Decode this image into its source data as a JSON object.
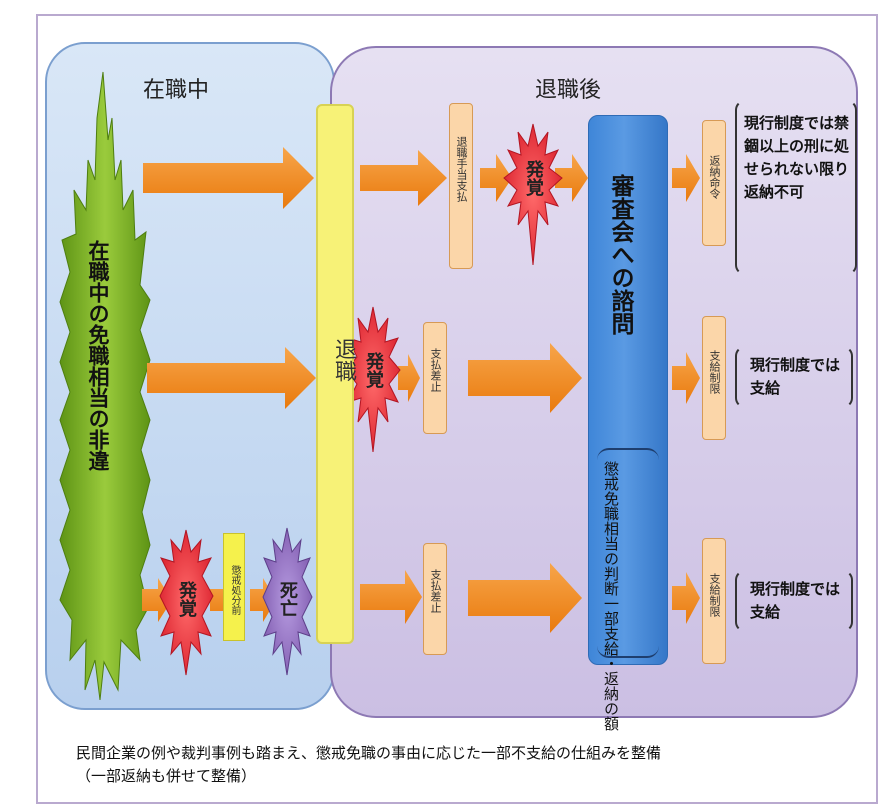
{
  "panels": {
    "left_title": "在職中",
    "right_title": "退職後"
  },
  "green_shape": {
    "label": "在職中の免職相当の非違",
    "color": "#7fb52a"
  },
  "retirement_bar": {
    "label": "退職"
  },
  "discovered_label": "発覚",
  "death_label": "死亡",
  "discipline_box": {
    "label": "懲戒処分前"
  },
  "boxes": {
    "retirement_allowance_paid": "退職手当支払",
    "payment_suspension_1": "支払差止",
    "payment_suspension_2": "支払差止",
    "return_order": "返納命令",
    "payment_limit_1": "支給制限",
    "payment_limit_2": "支給制限"
  },
  "committee": {
    "main": "審査会への諮問",
    "sub": "懲戒免職相当の判断一部支給・返納の額"
  },
  "notes": {
    "return_note": "現行制度では禁錮以上の刑に処せられない限り返納不可",
    "payment_note_1": "現行制度では支給",
    "payment_note_2": "現行制度では支給"
  },
  "caption": {
    "line1": "民間企業の例や裁判事例も踏まえ、懲戒免職の事由に応じた一部不支給の仕組みを整備",
    "line2": "（一部返納も併せて整備）"
  },
  "colors": {
    "arrow": "#f08a1c",
    "burst_red": "#e8303a",
    "burst_purple": "#8e6bb7",
    "committee_blue": "#4a8ede",
    "box_fill": "#fbd6a9",
    "retire_yellow": "#f7f277"
  }
}
